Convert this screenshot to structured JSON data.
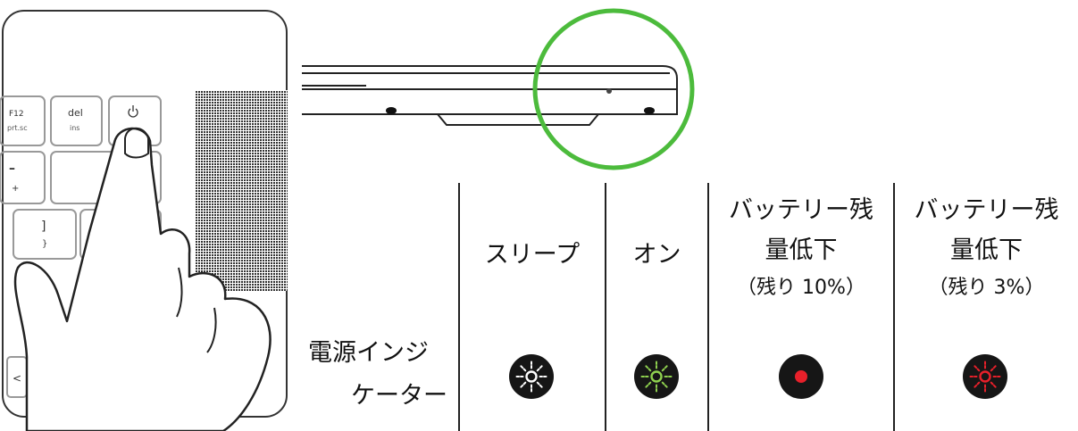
{
  "table": {
    "columns": [
      {
        "line1": "スリープ",
        "line2": "",
        "line3": ""
      },
      {
        "line1": "オン",
        "line2": "",
        "line3": ""
      },
      {
        "line1": "バッテリー残",
        "line2": "量低下",
        "line3": "（残り 10%）"
      },
      {
        "line1": "バッテリー残",
        "line2": "量低下",
        "line3": "（残り 3%）"
      }
    ],
    "row_label": {
      "line1": "電源インジ",
      "line2": "ケーター"
    }
  },
  "indicators": [
    {
      "state": "sleep",
      "icon": "light-rays-icon",
      "color": "#ffffff"
    },
    {
      "state": "on",
      "icon": "light-rays-icon",
      "color": "#8fd14f"
    },
    {
      "state": "low-10",
      "icon": "solid-dot-icon",
      "color": "#e8202a"
    },
    {
      "state": "low-3",
      "icon": "light-rays-icon",
      "color": "#e8202a"
    }
  ],
  "keys": {
    "f12": "F12",
    "f12_sub": "prt.sc",
    "del": "del",
    "del_sub": "ins",
    "minus": "–",
    "plus": "+",
    "bracket": "]",
    "brace": "}",
    "less": "<"
  },
  "colors": {
    "highlight_ring": "#4cbb3c",
    "indicator_bg": "#161616"
  }
}
